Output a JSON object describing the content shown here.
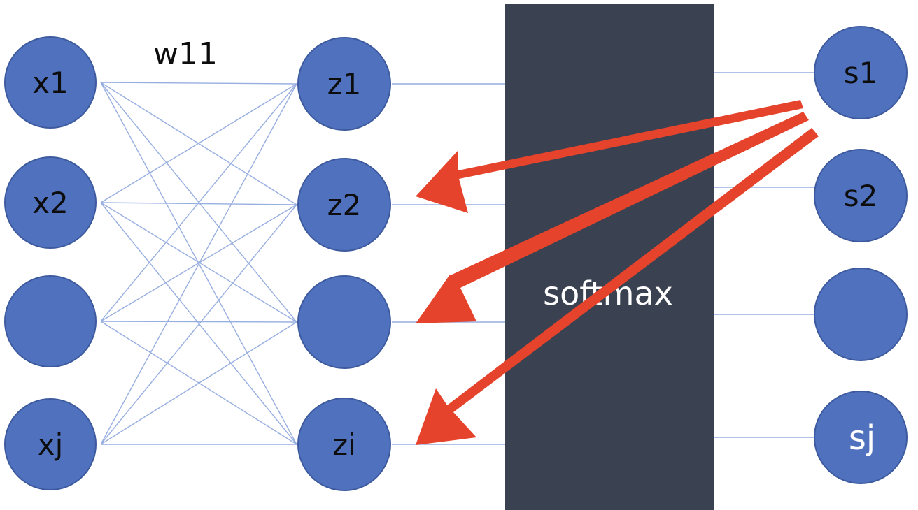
{
  "diagram": {
    "weight_label": "w11",
    "softmax_label": "softmax",
    "input_nodes": [
      "x1",
      "x2",
      "",
      "xj"
    ],
    "hidden_nodes": [
      "z1",
      "z2",
      "",
      "zi"
    ],
    "output_nodes": [
      "s1",
      "s2",
      "",
      "sj"
    ]
  },
  "colors": {
    "node_fill": "#4f71be",
    "node_stroke": "#3d5a9e",
    "edge": "#97aee0",
    "softmax_bar": "#3a4150",
    "arrow": "#e5432b"
  }
}
